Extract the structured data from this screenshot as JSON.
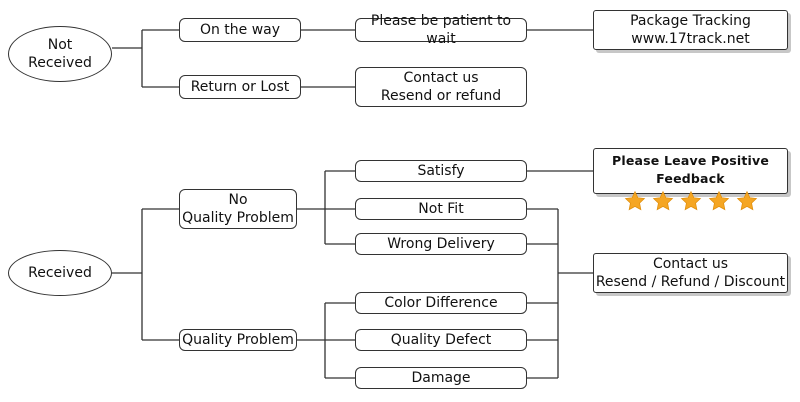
{
  "not_received": {
    "root": [
      "Not",
      "Received"
    ],
    "on_the_way": "On the way",
    "please_wait": "Please be patient to wait",
    "tracking": [
      "Package Tracking",
      "www.17track.net"
    ],
    "return_or_lost": "Return or Lost",
    "contact_resend": [
      "Contact us",
      "Resend or refund"
    ]
  },
  "received": {
    "root": "Received",
    "no_quality_problem": [
      "No",
      "Quality Problem"
    ],
    "satisfy": "Satisfy",
    "not_fit": "Not Fit",
    "wrong_delivery": "Wrong Delivery",
    "feedback": "Please Leave Positive Feedback",
    "feedback_stars": 5,
    "quality_problem": "Quality Problem",
    "color_difference": "Color Difference",
    "quality_defect": "Quality Defect",
    "damage": "Damage",
    "contact_discount": [
      "Contact us",
      "Resend / Refund / Discount"
    ]
  },
  "colors": {
    "star": "#f5a623",
    "star_stroke": "#e08e0b",
    "line": "#333333"
  }
}
